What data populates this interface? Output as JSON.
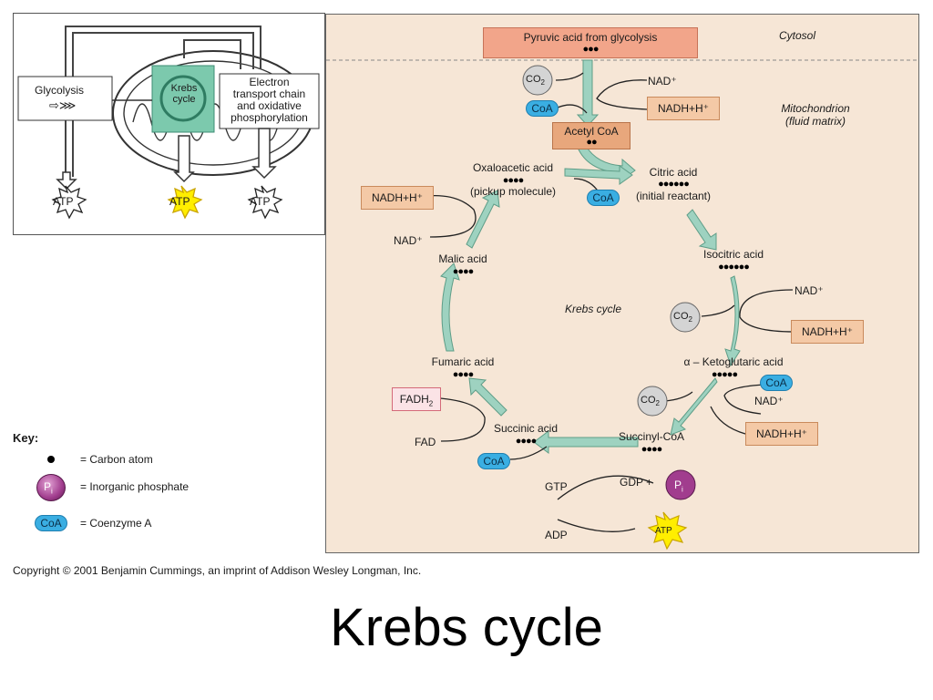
{
  "slide_title": "Krebs cycle",
  "copyright": "Copyright © 2001 Benjamin Cummings, an imprint of Addison Wesley Longman, Inc.",
  "overview": {
    "glycolysis": "Glycolysis",
    "krebs_line1": "Krebs",
    "krebs_line2": "cycle",
    "etc_line1": "Electron",
    "etc_line2": "transport chain",
    "etc_line3": "and oxidative",
    "etc_line4": "phosphorylation",
    "atp": "ATP"
  },
  "key": {
    "title": "Key:",
    "carbon": "= Carbon atom",
    "phosphate_symbol": "P",
    "phosphate_sub": "i",
    "phosphate": "= Inorganic phosphate",
    "coa_symbol": "CoA",
    "coa": "= Coenzyme A"
  },
  "regions": {
    "cytosol": "Cytosol",
    "mito_line1": "Mitochondrion",
    "mito_line2": "(fluid matrix)",
    "cycle_label": "Krebs cycle"
  },
  "molecules": {
    "pyruvic": "Pyruvic acid from glycolysis",
    "acetyl": "Acetyl CoA",
    "oxaloacetic": "Oxaloacetic acid",
    "oxaloacetic_sub": "(pickup molecule)",
    "citric": "Citric acid",
    "citric_sub": "(initial reactant)",
    "isocitric": "Isocitric acid",
    "ketoglutaric": "α – Ketoglutaric acid",
    "succinyl": "Succinyl-CoA",
    "succinic": "Succinic acid",
    "fumaric": "Fumaric acid",
    "malic": "Malic acid"
  },
  "carbons": {
    "pyruvic": 3,
    "acetyl": 2,
    "oxaloacetic": 4,
    "citric": 6,
    "isocitric": 6,
    "ketoglutaric": 5,
    "succinyl": 4,
    "succinic": 4,
    "fumaric": 4,
    "malic": 4
  },
  "cofactors": {
    "co2_main": "CO",
    "co2_sub": "2",
    "nad": "NAD⁺",
    "nadh": "NADH+H⁺",
    "coa": "CoA",
    "fad": "FAD",
    "fadh_main": "FADH",
    "fadh_sub": "2",
    "gtp": "GTP",
    "gdp": "GDP +",
    "adp": "ADP",
    "atp": "ATP",
    "pi_main": "P",
    "pi_sub": "i"
  },
  "colors": {
    "matrix_bg": "#f6e6d6",
    "pyruvic_box": "#f2a58a",
    "acetyl_box": "#e8a77c",
    "nadh_box": "#f4c9a6",
    "fadh_box": "#fbe3e6",
    "coa_blue": "#3aaee2",
    "arrow_green": "#9ed2c0",
    "atp_yellow": "#ffee00",
    "phosphate_purple": "#a13d8e"
  }
}
